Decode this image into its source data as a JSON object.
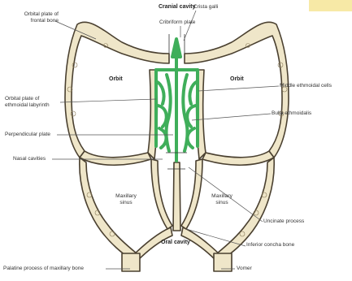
{
  "colors": {
    "bone_fill": "#efe6c9",
    "bone_stroke": "#4a4030",
    "ethmoid_green": "#3fae5a",
    "leader": "#555555",
    "corner_tab": "#f7e9a6"
  },
  "labels": {
    "cranial_cavity": "Cranial cavity",
    "cribriform_plate": "Cribriform plate",
    "crista_galli": "Crista galli",
    "orbital_plate_frontal_1": "Orbital plate of",
    "orbital_plate_frontal_2": "frontal bone",
    "orbit_left": "Orbit",
    "orbit_right": "Orbit",
    "orbital_plate_ethmoid_1": "Orbital plate of",
    "orbital_plate_ethmoid_2": "ethmoidal labyrinth",
    "middle_ethmoidal_cells": "Middle ethmoidal cells",
    "bulla_ethmoidalis": "Bulla ethmoidalis",
    "perpendicular_plate": "Perpendicular plate",
    "nasal_cavities": "Nasal cavities",
    "maxillary_sinus_left_1": "Maxillary",
    "maxillary_sinus_left_2": "sinus",
    "maxillary_sinus_right_1": "Maxillary",
    "maxillary_sinus_right_2": "sinus",
    "uncinate_process": "Uncinate process",
    "oral_cavity": "Oral cavity",
    "inferior_concha_bone": "Inferior concha bone",
    "palatine_process": "Palatine process of maxillary bone",
    "vomer": "Vomer"
  }
}
